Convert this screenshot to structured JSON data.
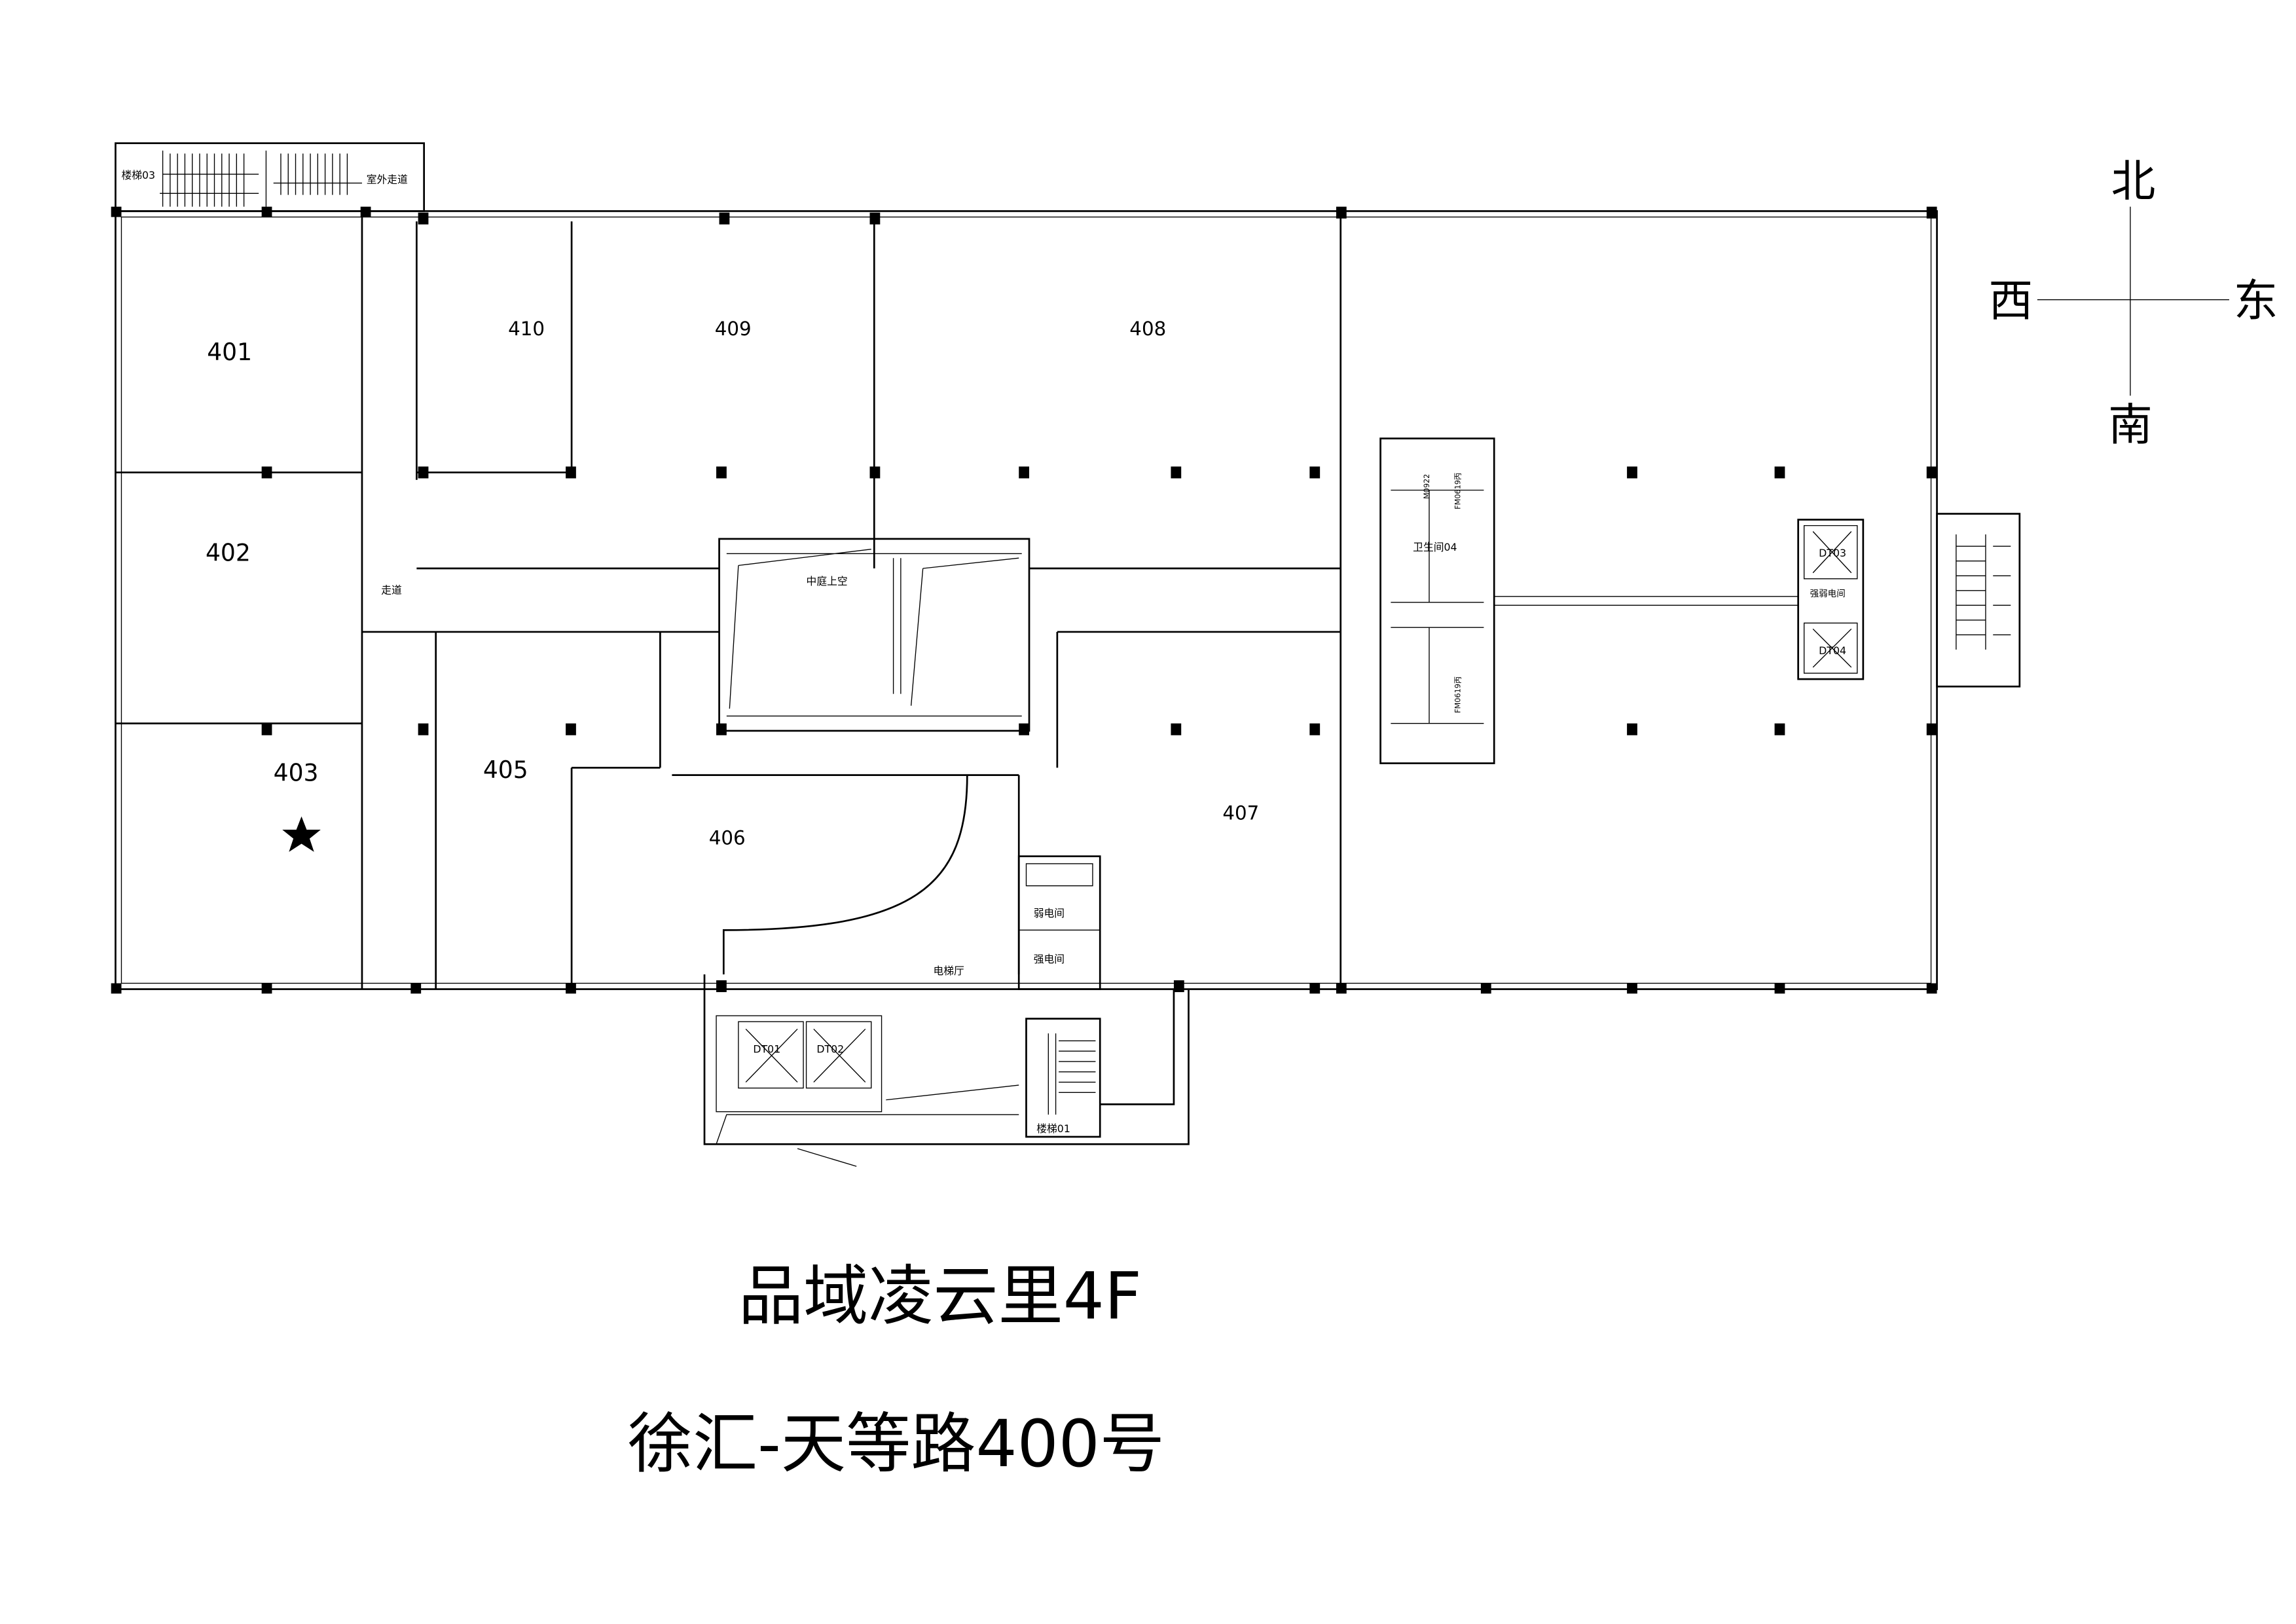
{
  "title": "品域凌云里4F",
  "subtitle": "徐汇-天等路400号",
  "compass": {
    "north": "北",
    "south": "南",
    "west": "西",
    "east": "东"
  },
  "rooms": {
    "r401": "401",
    "r402": "402",
    "r403": "403",
    "r405": "405",
    "r406": "406",
    "r407": "407",
    "r408": "408",
    "r409": "409",
    "r410": "410"
  },
  "labels": {
    "stair03": "楼梯03",
    "outdoor_corridor": "室外走道",
    "corridor": "走道",
    "atrium": "中庭上空",
    "toilet04": "卫生间04",
    "door_m0922": "M0922",
    "door_fm0619a": "FM0619丙",
    "door_fm0619b": "FM0619丙",
    "dt01": "DT01",
    "dt02": "DT02",
    "dt03": "DT03",
    "dt04": "DT04",
    "elec_room_both": "强弱电间",
    "weak_elec": "弱电间",
    "strong_elec": "强电间",
    "elevator_hall": "电梯厅",
    "stair01": "楼梯01"
  },
  "marker": {
    "type": "star",
    "room": "403"
  }
}
